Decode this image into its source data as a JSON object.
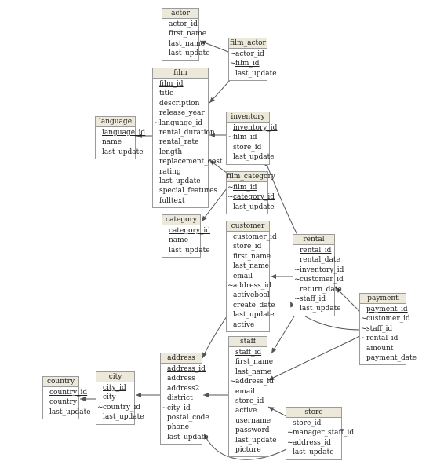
{
  "tables": [
    {
      "id": "actor",
      "name": "actor",
      "columns": [
        {
          "name": "actor_id",
          "pk": true,
          "fk": false
        },
        {
          "name": "first_name",
          "pk": false,
          "fk": false
        },
        {
          "name": "last_name",
          "pk": false,
          "fk": false
        },
        {
          "name": "last_update",
          "pk": false,
          "fk": false
        }
      ]
    },
    {
      "id": "film_actor",
      "name": "film_actor",
      "columns": [
        {
          "name": "actor_id",
          "pk": true,
          "fk": true
        },
        {
          "name": "film_id",
          "pk": true,
          "fk": true
        },
        {
          "name": "last_update",
          "pk": false,
          "fk": false
        }
      ]
    },
    {
      "id": "film",
      "name": "film",
      "columns": [
        {
          "name": "film_id",
          "pk": true,
          "fk": false
        },
        {
          "name": "title",
          "pk": false,
          "fk": false
        },
        {
          "name": "description",
          "pk": false,
          "fk": false
        },
        {
          "name": "release_year",
          "pk": false,
          "fk": false
        },
        {
          "name": "language_id",
          "pk": false,
          "fk": true
        },
        {
          "name": "rental_duration",
          "pk": false,
          "fk": false
        },
        {
          "name": "rental_rate",
          "pk": false,
          "fk": false
        },
        {
          "name": "length",
          "pk": false,
          "fk": false
        },
        {
          "name": "replacement_cost",
          "pk": false,
          "fk": false
        },
        {
          "name": "rating",
          "pk": false,
          "fk": false
        },
        {
          "name": "last_update",
          "pk": false,
          "fk": false
        },
        {
          "name": "special_features",
          "pk": false,
          "fk": false
        },
        {
          "name": "fulltext",
          "pk": false,
          "fk": false
        }
      ]
    },
    {
      "id": "language",
      "name": "language",
      "columns": [
        {
          "name": "language_id",
          "pk": true,
          "fk": false
        },
        {
          "name": "name",
          "pk": false,
          "fk": false
        },
        {
          "name": "last_update",
          "pk": false,
          "fk": false
        }
      ]
    },
    {
      "id": "inventory",
      "name": "inventory",
      "columns": [
        {
          "name": "inventory_id",
          "pk": true,
          "fk": false
        },
        {
          "name": "film_id",
          "pk": false,
          "fk": true
        },
        {
          "name": "store_id",
          "pk": false,
          "fk": false
        },
        {
          "name": "last_update",
          "pk": false,
          "fk": false
        }
      ]
    },
    {
      "id": "film_category",
      "name": "film_category",
      "columns": [
        {
          "name": "film_id",
          "pk": true,
          "fk": true
        },
        {
          "name": "category_id",
          "pk": true,
          "fk": true
        },
        {
          "name": "last_update",
          "pk": false,
          "fk": false
        }
      ]
    },
    {
      "id": "category",
      "name": "category",
      "columns": [
        {
          "name": "category_id",
          "pk": true,
          "fk": false
        },
        {
          "name": "name",
          "pk": false,
          "fk": false
        },
        {
          "name": "last_update",
          "pk": false,
          "fk": false
        }
      ]
    },
    {
      "id": "customer",
      "name": "customer",
      "columns": [
        {
          "name": "customer_id",
          "pk": true,
          "fk": false
        },
        {
          "name": "store_id",
          "pk": false,
          "fk": false
        },
        {
          "name": "first_name",
          "pk": false,
          "fk": false
        },
        {
          "name": "last_name",
          "pk": false,
          "fk": false
        },
        {
          "name": "email",
          "pk": false,
          "fk": false
        },
        {
          "name": "address_id",
          "pk": false,
          "fk": true
        },
        {
          "name": "activebool",
          "pk": false,
          "fk": false
        },
        {
          "name": "create_date",
          "pk": false,
          "fk": false
        },
        {
          "name": "last_update",
          "pk": false,
          "fk": false
        },
        {
          "name": "active",
          "pk": false,
          "fk": false
        }
      ]
    },
    {
      "id": "rental",
      "name": "rental",
      "columns": [
        {
          "name": "rental_id",
          "pk": true,
          "fk": false
        },
        {
          "name": "rental_date",
          "pk": false,
          "fk": false
        },
        {
          "name": "inventory_id",
          "pk": false,
          "fk": true
        },
        {
          "name": "customer_id",
          "pk": false,
          "fk": true
        },
        {
          "name": "return_date",
          "pk": false,
          "fk": false
        },
        {
          "name": "staff_id",
          "pk": false,
          "fk": true
        },
        {
          "name": "last_update",
          "pk": false,
          "fk": false
        }
      ]
    },
    {
      "id": "payment",
      "name": "payment",
      "columns": [
        {
          "name": "payment_id",
          "pk": true,
          "fk": false
        },
        {
          "name": "customer_id",
          "pk": false,
          "fk": true
        },
        {
          "name": "staff_id",
          "pk": false,
          "fk": true
        },
        {
          "name": "rental_id",
          "pk": false,
          "fk": true
        },
        {
          "name": "amount",
          "pk": false,
          "fk": false
        },
        {
          "name": "payment_date",
          "pk": false,
          "fk": false
        }
      ]
    },
    {
      "id": "country",
      "name": "country",
      "columns": [
        {
          "name": "country_id",
          "pk": true,
          "fk": false
        },
        {
          "name": "country",
          "pk": false,
          "fk": false
        },
        {
          "name": "last_update",
          "pk": false,
          "fk": false
        }
      ]
    },
    {
      "id": "city",
      "name": "city",
      "columns": [
        {
          "name": "city_id",
          "pk": true,
          "fk": false
        },
        {
          "name": "city",
          "pk": false,
          "fk": false
        },
        {
          "name": "country_id",
          "pk": false,
          "fk": true
        },
        {
          "name": "last_update",
          "pk": false,
          "fk": false
        }
      ]
    },
    {
      "id": "address",
      "name": "address",
      "columns": [
        {
          "name": "address_id",
          "pk": true,
          "fk": false
        },
        {
          "name": "address",
          "pk": false,
          "fk": false
        },
        {
          "name": "address2",
          "pk": false,
          "fk": false
        },
        {
          "name": "district",
          "pk": false,
          "fk": false
        },
        {
          "name": "city_id",
          "pk": false,
          "fk": true
        },
        {
          "name": "postal_code",
          "pk": false,
          "fk": false
        },
        {
          "name": "phone",
          "pk": false,
          "fk": false
        },
        {
          "name": "last_update",
          "pk": false,
          "fk": false
        }
      ]
    },
    {
      "id": "staff",
      "name": "staff",
      "columns": [
        {
          "name": "staff_id",
          "pk": true,
          "fk": false
        },
        {
          "name": "first_name",
          "pk": false,
          "fk": false
        },
        {
          "name": "last_name",
          "pk": false,
          "fk": false
        },
        {
          "name": "address_id",
          "pk": false,
          "fk": true
        },
        {
          "name": "email",
          "pk": false,
          "fk": false
        },
        {
          "name": "store_id",
          "pk": false,
          "fk": false
        },
        {
          "name": "active",
          "pk": false,
          "fk": false
        },
        {
          "name": "username",
          "pk": false,
          "fk": false
        },
        {
          "name": "password",
          "pk": false,
          "fk": false
        },
        {
          "name": "last_update",
          "pk": false,
          "fk": false
        },
        {
          "name": "picture",
          "pk": false,
          "fk": false
        }
      ]
    },
    {
      "id": "store",
      "name": "store",
      "columns": [
        {
          "name": "store_id",
          "pk": true,
          "fk": false
        },
        {
          "name": "manager_staff_id",
          "pk": false,
          "fk": true
        },
        {
          "name": "address_id",
          "pk": false,
          "fk": true
        },
        {
          "name": "last_update",
          "pk": false,
          "fk": false
        }
      ]
    }
  ],
  "relationships": [
    {
      "from": "film_actor",
      "to": "actor"
    },
    {
      "from": "film_actor",
      "to": "film"
    },
    {
      "from": "film",
      "to": "language"
    },
    {
      "from": "inventory",
      "to": "film"
    },
    {
      "from": "film_category",
      "to": "film"
    },
    {
      "from": "film_category",
      "to": "category"
    },
    {
      "from": "rental",
      "to": "inventory"
    },
    {
      "from": "rental",
      "to": "customer"
    },
    {
      "from": "rental",
      "to": "staff"
    },
    {
      "from": "payment",
      "to": "rental"
    },
    {
      "from": "payment",
      "to": "customer"
    },
    {
      "from": "payment",
      "to": "staff"
    },
    {
      "from": "customer",
      "to": "address"
    },
    {
      "from": "staff",
      "to": "address"
    },
    {
      "from": "store",
      "to": "staff"
    },
    {
      "from": "store",
      "to": "address"
    },
    {
      "from": "address",
      "to": "city"
    },
    {
      "from": "city",
      "to": "country"
    }
  ],
  "fk_marker": "~",
  "colors": {
    "header_bg": "#ece8da",
    "border": "#9a9a9a",
    "edge": "#555555",
    "text": "#222222"
  }
}
